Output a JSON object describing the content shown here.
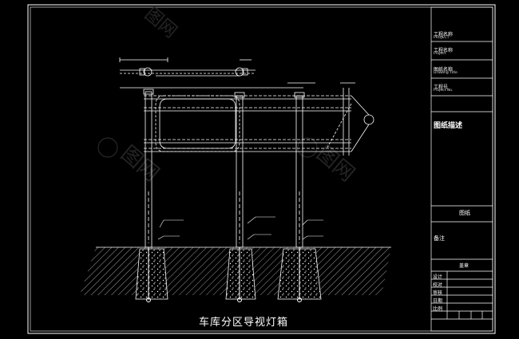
{
  "drawing": {
    "caption": "车库分区导视灯箱",
    "title_block": {
      "field_1": "工程名称",
      "field_1_sub": "PROJECT",
      "field_2": "工程名称",
      "field_2_sub": "Project",
      "field_3": "图纸名称",
      "field_3_sub": "Drawing Title",
      "field_4": "工程号",
      "field_4_sub": "Project No.",
      "description_label": "图纸描述",
      "sheet_label": "图纸",
      "notes_label": "备注",
      "seal_label": "盖章",
      "designer_label": "设计",
      "checker_label": "校对",
      "approver_label": "审核",
      "date_label": "日期",
      "scale_label": "比例",
      "footer_cells": [
        "",
        "",
        "",
        ""
      ]
    }
  }
}
